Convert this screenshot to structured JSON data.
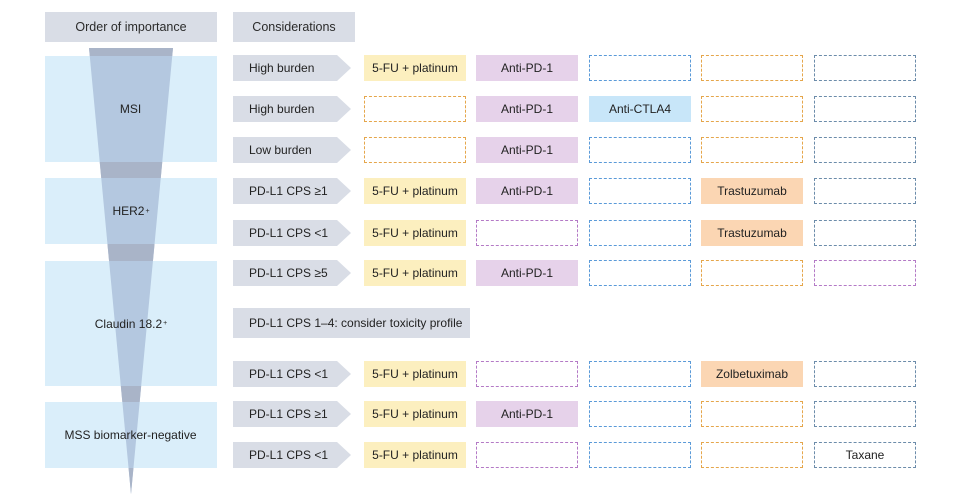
{
  "headers": {
    "importance": "Order of importance",
    "considerations": "Considerations"
  },
  "groups": [
    {
      "label": "MSI",
      "sup": ""
    },
    {
      "label": "HER2",
      "sup": "+"
    },
    {
      "label": "Claudin 18.2",
      "sup": "+"
    },
    {
      "label": "MSS biomarker-negative",
      "sup": ""
    }
  ],
  "rows": [
    {
      "consideration": "High burden",
      "wide": false,
      "cells": [
        {
          "text": "5-FU + platinum",
          "style": "fill-yellow"
        },
        {
          "text": "Anti-PD-1",
          "style": "fill-purple"
        },
        {
          "text": "",
          "style": "dash-blue"
        },
        {
          "text": "",
          "style": "dash-orange"
        },
        {
          "text": "",
          "style": "dash-gray"
        }
      ]
    },
    {
      "consideration": "High burden",
      "wide": false,
      "cells": [
        {
          "text": "",
          "style": "dash-yellow"
        },
        {
          "text": "Anti-PD-1",
          "style": "fill-purple"
        },
        {
          "text": "Anti-CTLA4",
          "style": "fill-blue"
        },
        {
          "text": "",
          "style": "dash-orange"
        },
        {
          "text": "",
          "style": "dash-gray"
        }
      ]
    },
    {
      "consideration": "Low burden",
      "wide": false,
      "cells": [
        {
          "text": "",
          "style": "dash-yellow"
        },
        {
          "text": "Anti-PD-1",
          "style": "fill-purple"
        },
        {
          "text": "",
          "style": "dash-blue"
        },
        {
          "text": "",
          "style": "dash-orange"
        },
        {
          "text": "",
          "style": "dash-gray"
        }
      ]
    },
    {
      "consideration": "PD-L1 CPS ≥1",
      "wide": false,
      "cells": [
        {
          "text": "5-FU + platinum",
          "style": "fill-yellow"
        },
        {
          "text": "Anti-PD-1",
          "style": "fill-purple"
        },
        {
          "text": "",
          "style": "dash-blue"
        },
        {
          "text": "Trastuzumab",
          "style": "fill-orange"
        },
        {
          "text": "",
          "style": "dash-gray"
        }
      ]
    },
    {
      "consideration": "PD-L1 CPS <1",
      "wide": false,
      "cells": [
        {
          "text": "5-FU + platinum",
          "style": "fill-yellow"
        },
        {
          "text": "",
          "style": "dash-purple"
        },
        {
          "text": "",
          "style": "dash-blue"
        },
        {
          "text": "Trastuzumab",
          "style": "fill-orange"
        },
        {
          "text": "",
          "style": "dash-gray"
        }
      ]
    },
    {
      "consideration": "PD-L1 CPS ≥5",
      "wide": false,
      "cells": [
        {
          "text": "5-FU + platinum",
          "style": "fill-yellow"
        },
        {
          "text": "Anti-PD-1",
          "style": "fill-purple"
        },
        {
          "text": "",
          "style": "dash-blue"
        },
        {
          "text": "",
          "style": "dash-orange"
        },
        {
          "text": "",
          "style": "dash-purple"
        }
      ]
    },
    {
      "consideration": "PD-L1 CPS 1–4: consider toxicity profile",
      "wide": true,
      "cells": []
    },
    {
      "consideration": "PD-L1 CPS <1",
      "wide": false,
      "cells": [
        {
          "text": "5-FU + platinum",
          "style": "fill-yellow"
        },
        {
          "text": "",
          "style": "dash-purple"
        },
        {
          "text": "",
          "style": "dash-blue"
        },
        {
          "text": "Zolbetuximab",
          "style": "fill-orange"
        },
        {
          "text": "",
          "style": "dash-gray"
        }
      ]
    },
    {
      "consideration": "PD-L1 CPS ≥1",
      "wide": false,
      "cells": [
        {
          "text": "5-FU + platinum",
          "style": "fill-yellow"
        },
        {
          "text": "Anti-PD-1",
          "style": "fill-purple"
        },
        {
          "text": "",
          "style": "dash-blue"
        },
        {
          "text": "",
          "style": "dash-orange"
        },
        {
          "text": "",
          "style": "dash-gray"
        }
      ]
    },
    {
      "consideration": "PD-L1 CPS <1",
      "wide": false,
      "cells": [
        {
          "text": "5-FU + platinum",
          "style": "fill-yellow"
        },
        {
          "text": "",
          "style": "dash-purple"
        },
        {
          "text": "",
          "style": "dash-blue"
        },
        {
          "text": "",
          "style": "dash-orange"
        },
        {
          "text": "Taxane",
          "style": "text-box"
        }
      ]
    }
  ],
  "colors": {
    "header_gray": "#d9dde6",
    "group_blue": "#daeefa",
    "funnel_blue": "#b4c8e0",
    "funnel_band": "#a9b4c8",
    "yellow": "#fcefbf",
    "purple": "#e6d2ea",
    "blue": "#c8e6f9",
    "orange": "#fbd6b3"
  }
}
